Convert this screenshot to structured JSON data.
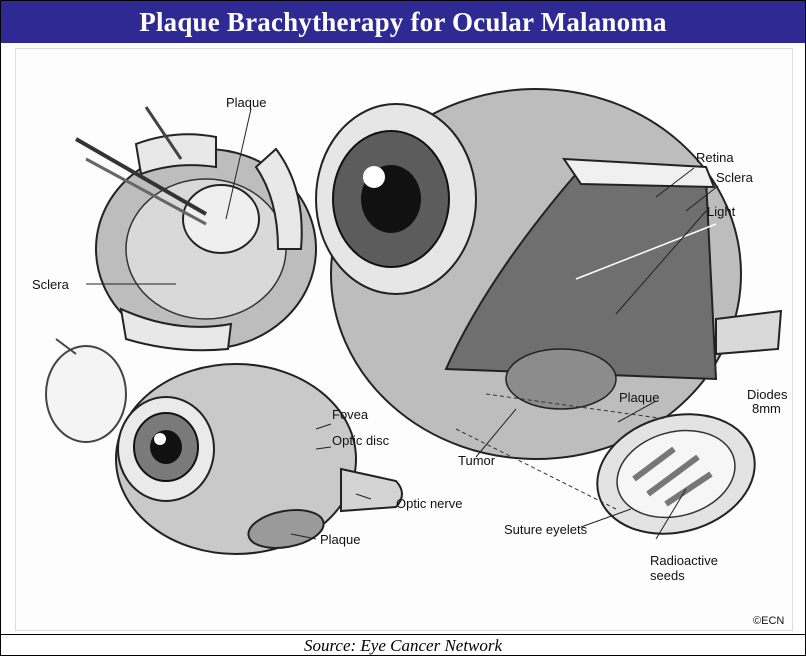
{
  "title": "Plaque Brachytherapy for Ocular Malanoma",
  "caption": "Source: Eye Cancer Network",
  "credit": "©ECN",
  "labels": {
    "plaque_top": "Plaque",
    "sclera_left": "Sclera",
    "retina": "Retina",
    "sclera_right": "Sclera",
    "light": "Light",
    "fovea": "Fovea",
    "optic_disc": "Optic disc",
    "optic_nerve": "Optic nerve",
    "plaque_bottom": "Plaque",
    "plaque_mid": "Plaque",
    "diodes": "Diodes",
    "diodes_size": "8mm",
    "tumor": "Tumor",
    "suture_eyelets": "Suture eyelets",
    "radioactive": "Radioactive",
    "seeds": "seeds"
  }
}
